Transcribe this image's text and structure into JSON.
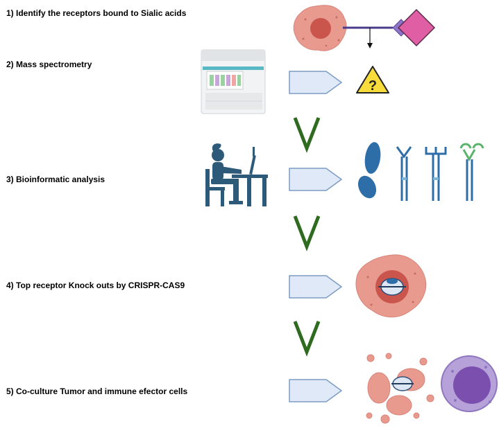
{
  "steps": [
    {
      "label": "1) Identify the receptors bound to Sialic acids"
    },
    {
      "label": "2) Mass spectrometry"
    },
    {
      "label": "3) Bioinformatic analysis"
    },
    {
      "label": "4) Top receptor Knock outs by CRISPR-CAS9"
    },
    {
      "label": "5) Co-culture Tumor and immune efector cells"
    }
  ],
  "unknown_symbol": "?",
  "colors": {
    "arrow_fill": "#dfe9f7",
    "arrow_stroke": "#7b9cc4",
    "chevron": "#2e6b1f",
    "cell": "#e79a8e",
    "nucleus": "#c9554c",
    "sialic_purple": "#8d73c9",
    "sialic_pink": "#e05fa4",
    "warning": "#f7dc3b",
    "receptor_blue": "#2e6ea8",
    "immune_cell": "#a98fd0",
    "person": "#2d5a78"
  }
}
